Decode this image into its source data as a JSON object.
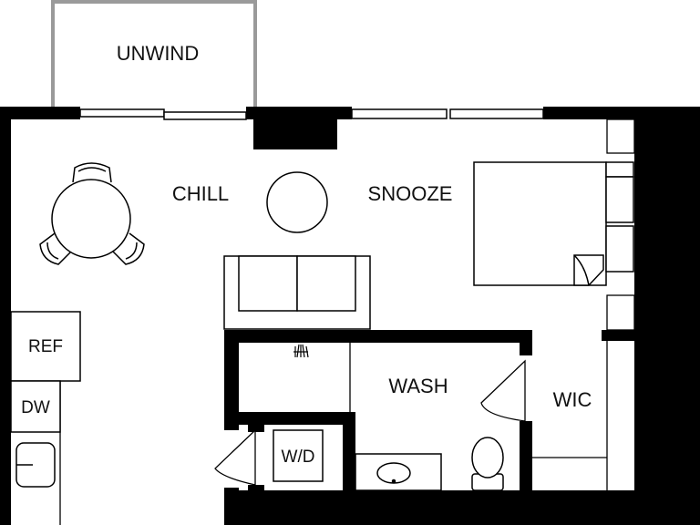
{
  "rooms": {
    "unwind": "UNWIND",
    "chill": "CHILL",
    "snooze": "SNOOZE",
    "wash": "WASH",
    "wic": "WIC"
  },
  "fixtures": {
    "ref": "REF",
    "dw": "DW",
    "wd": "W/D"
  },
  "colors": {
    "wall": "#000000",
    "balcony_rail": "#9a9a9a",
    "background": "#ffffff"
  }
}
